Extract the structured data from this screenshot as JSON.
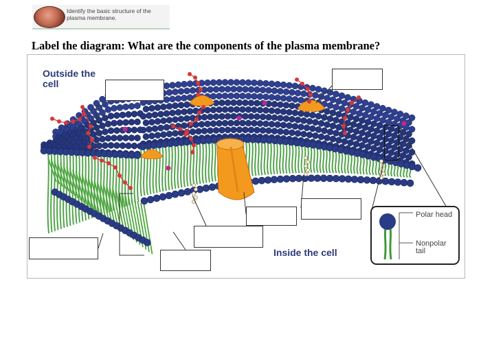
{
  "banner": {
    "text": "Identify the basic structure of the plasma membrane.",
    "icon": "membrane-thumbnail-icon"
  },
  "title": "Label the diagram: What are the components of the plasma membrane?",
  "diagram": {
    "outside_label": "Outside the cell",
    "inside_label": "Inside the cell",
    "inset": {
      "head_label": "Polar head",
      "tail_label": "Nonpolar tail"
    },
    "label_box_count": 8,
    "colors": {
      "phospholipid_head": "#2b3c86",
      "lipid_tail": "#3f9a38",
      "protein": "#f39a1e",
      "carbohydrate_chain": "#d63838",
      "cholesterol": "#f3efdc",
      "caption": "#2a3a78"
    }
  }
}
